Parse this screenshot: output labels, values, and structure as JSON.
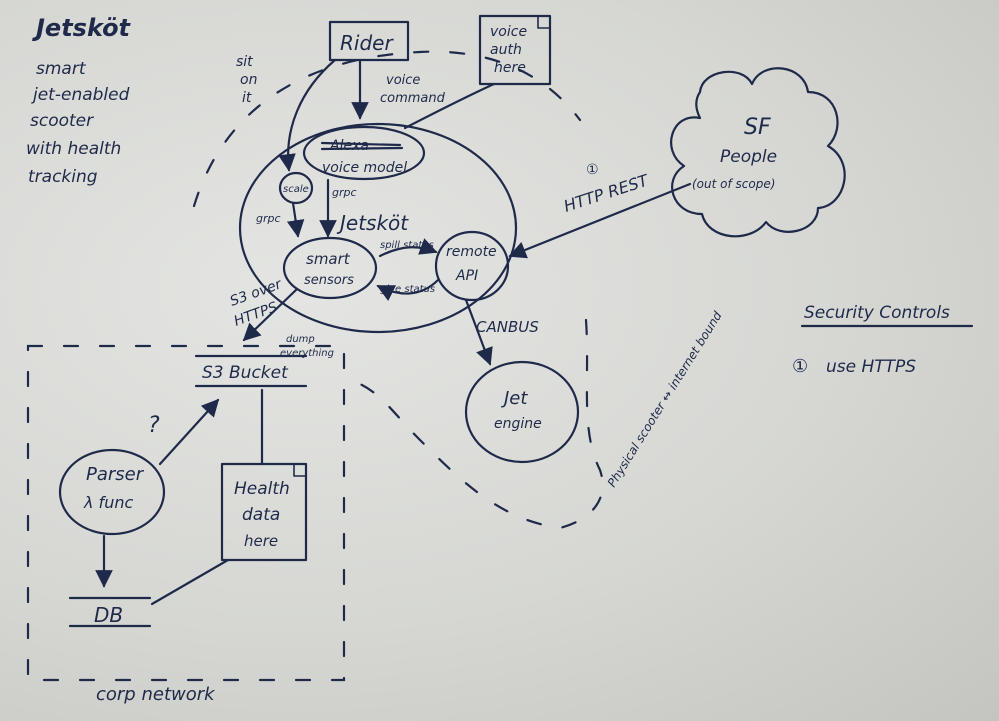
{
  "title": {
    "name": "Jetsköt",
    "lines": [
      "smart",
      "jet-enabled",
      "scooter",
      "with health",
      "tracking"
    ]
  },
  "nodes": {
    "rider": "Rider",
    "voice_auth": [
      "voice",
      "auth",
      "here"
    ],
    "voice_model_struck": "Alexa",
    "voice_model": "voice model",
    "scale": "scale",
    "jetskot": "Jetsköt",
    "smart_sensors": [
      "smart",
      "sensors"
    ],
    "remote_api": [
      "remote",
      "API"
    ],
    "jet_engine": [
      "Jet",
      "engine"
    ],
    "sf_people": [
      "SF",
      "People",
      "(out of scope)"
    ],
    "s3_bucket": "S3 Bucket",
    "parser": [
      "Parser",
      "λ func"
    ],
    "health_data": [
      "Health",
      "data",
      "here"
    ],
    "db": "DB"
  },
  "edges": {
    "sit_on_it": [
      "sit",
      "on",
      "it"
    ],
    "voice_command": [
      "voice",
      "command"
    ],
    "grpc_1": "grpc",
    "grpc_2": "grpc",
    "spill_status": "spill status",
    "give_status": "give status",
    "http_rest_marker": "①",
    "http_rest": "HTTP REST",
    "canbus": "CANBUS",
    "s3_over_https": [
      "S3 over",
      "HTTPS"
    ],
    "dump_everything": [
      "dump",
      "everything"
    ],
    "question": "?"
  },
  "boundaries": {
    "physical": "Physical scooter ↔ internet bound",
    "corp_network": "corp network"
  },
  "security": {
    "heading": "Security Controls",
    "items": [
      {
        "marker": "①",
        "text": "use HTTPS"
      }
    ]
  }
}
